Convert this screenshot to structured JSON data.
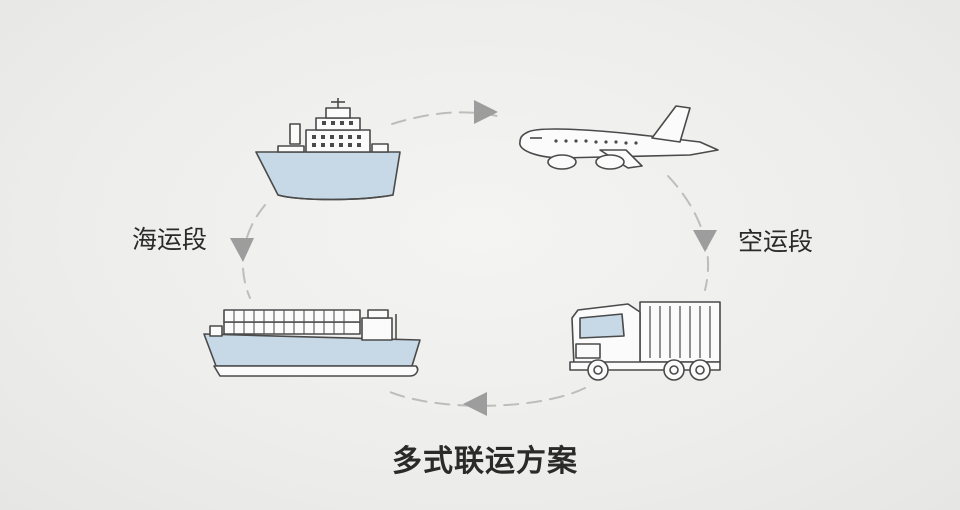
{
  "labels": {
    "sea_segment": "海运段",
    "air_segment": "空运段",
    "title": "多式联运方案"
  },
  "icons": [
    "cruise-ship-icon",
    "airplane-icon",
    "container-truck-icon",
    "cargo-ship-icon"
  ],
  "colors": {
    "hull_fill": "#c7d8e6",
    "outline": "#4a4a4a",
    "arrow": "#9d9d9d",
    "dashed_path": "#b9b9b9",
    "text": "#2a2a2a"
  }
}
